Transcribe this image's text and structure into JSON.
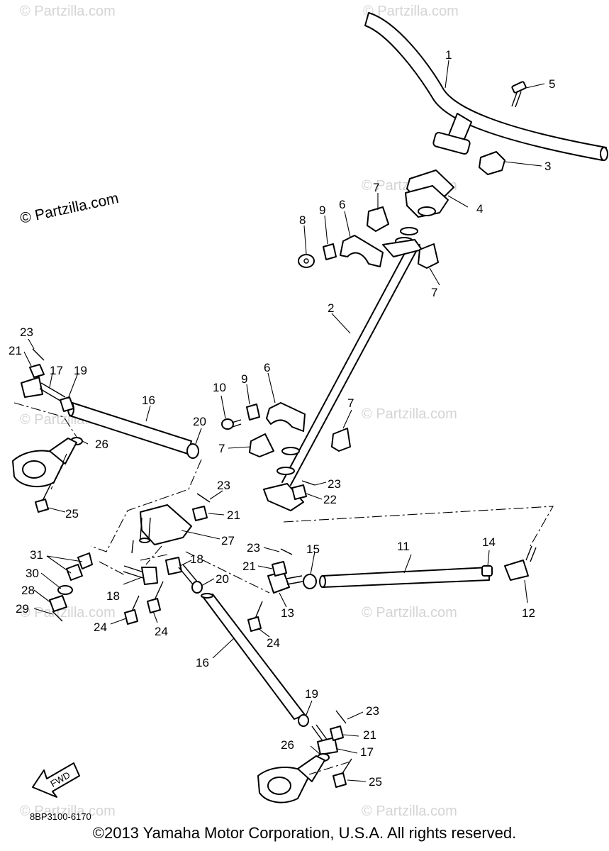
{
  "watermark": "© Partzilla.com",
  "watermark_main": "© Partzilla.com",
  "diagram_code": "8BP3100-6170",
  "fwd_label": "FWD",
  "copyright": "©2013  Yamaha Motor Corporation, U.S.A. All rights reserved.",
  "callouts": {
    "c1": "1",
    "c2": "2",
    "c3": "3",
    "c4": "4",
    "c5": "5",
    "c6a": "6",
    "c6b": "6",
    "c7a": "7",
    "c7b": "7",
    "c7c": "7",
    "c7d": "7",
    "c8": "8",
    "c9a": "9",
    "c9b": "9",
    "c10": "10",
    "c11": "11",
    "c12": "12",
    "c13": "13",
    "c14": "14",
    "c15": "15",
    "c16a": "16",
    "c16b": "16",
    "c17a": "17",
    "c17b": "17",
    "c18a": "18",
    "c18b": "18",
    "c19a": "19",
    "c19b": "19",
    "c20a": "20",
    "c20b": "20",
    "c21a": "21",
    "c21b": "21",
    "c21c": "21",
    "c21d": "21",
    "c22": "22",
    "c23a": "23",
    "c23b": "23",
    "c23c": "23",
    "c23d": "23",
    "c23e": "23",
    "c24a": "24",
    "c24b": "24",
    "c24c": "24",
    "c25a": "25",
    "c25b": "25",
    "c26a": "26",
    "c26b": "26",
    "c27": "27",
    "c28": "28",
    "c29": "29",
    "c30": "30",
    "c31": "31"
  }
}
